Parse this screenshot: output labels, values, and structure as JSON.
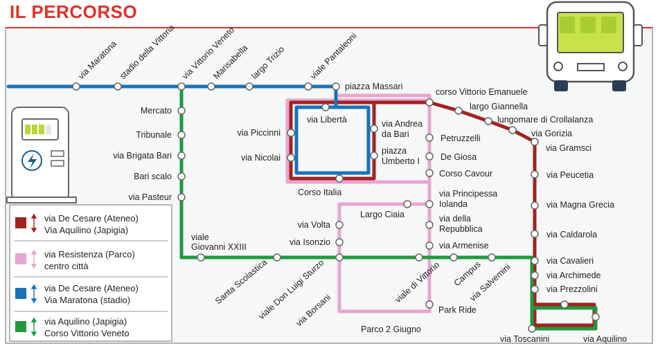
{
  "title": "IL PERCORSO",
  "colors": {
    "title": "#e0312a",
    "line_blue": "#1a72b9",
    "line_green": "#1f9a3e",
    "line_red": "#a3231f",
    "line_pink": "#e6a6cf",
    "panel": "#f6f7f7",
    "border": "#9a9a9a",
    "bus_screen": "#c8e34a"
  },
  "icons": {
    "bus": "bus-icon",
    "charging": "charging-station-icon"
  },
  "stops": {
    "via_maratona": "via Maratona",
    "stadio_vittoria": "stadio della Vittoria",
    "via_vittorio_veneto": "via Vittorio Veneto",
    "marisabella": "Marisabella",
    "largo_trizio": "largo Trizio",
    "viale_pantaleoni": "viale Pantaleoni",
    "piazza_massari": "piazza Massari",
    "corso_vittorio_emanuele": "corso Vittorio Emanuele",
    "largo_giannella": "largo Giannella",
    "lungomare": "lungomare di Crollalanza",
    "via_gorizia": "via Gorizia",
    "via_gramsci": "via Gramsci",
    "via_peucetia": "via Peucetia",
    "via_magna_grecia": "via Magna Grecia",
    "via_caldarola": "via Caldarola",
    "via_cavalieri": "via Cavalieri",
    "via_archimede": "via Archimede",
    "via_prezzolini": "via Prezzolini",
    "via_toscanini": "via Toscanini",
    "via_aquilino": "via Aquilino",
    "mercato": "Mercato",
    "tribunale": "Tribunale",
    "via_brigata_bari": "via Brigata Bari",
    "bari_scalo": "Bari scalo",
    "via_pasteur": "via Pasteur",
    "viale": "viale",
    "giovanni_xxiii": "Giovanni XXIII",
    "santa_scolastica": "Santa Scolastica",
    "via_piccinni": "via Piccinni",
    "via_nicolai": "via Nicolai",
    "via_liberta": "via Libertà",
    "via_andrea": "via Andrea",
    "da_bari": "da Bari",
    "piazza": "piazza",
    "umberto_i": "Umberto I",
    "corso_italia": "Corso Italia",
    "petruzzelli": "Petruzzelli",
    "de_giosa": "De Giosa",
    "corso_cavour": "Corso Cavour",
    "via_principessa": "via Principessa",
    "iolanda": "Iolanda",
    "largo_ciaia": "Largo Ciaia",
    "via_volta": "via Volta",
    "via_della": "via della",
    "repubblica": "Repubblica",
    "via_isonzio": "via Isonzio",
    "via_armenise": "via Armenise",
    "viale_don_luigi_sturzo": "viale Don Luigi Sturzo",
    "via_borsani": "via Borsani",
    "viale_di_vittorio": "viale di Vittorio",
    "campus": "Campus",
    "via_salvemini": "via Salvemini",
    "park_ride": "Park Ride",
    "parco_2_giugno": "Parco 2 Giugno"
  },
  "legend": [
    {
      "line1": "via De Cesare (Ateneo)",
      "line2": "Via Aquilino (Japigia)",
      "color": "#a3231f"
    },
    {
      "line1": "via Resistenza (Parco)",
      "line2": "centro città",
      "color": "#e6a6cf"
    },
    {
      "line1": "via De Cesare (Ateneo)",
      "line2": "Via Maratona (stadio)",
      "color": "#1a72b9"
    },
    {
      "line1": "via Aquilino (Japigia)",
      "line2": "Corso Vittorio Veneto",
      "color": "#1f9a3e"
    }
  ]
}
